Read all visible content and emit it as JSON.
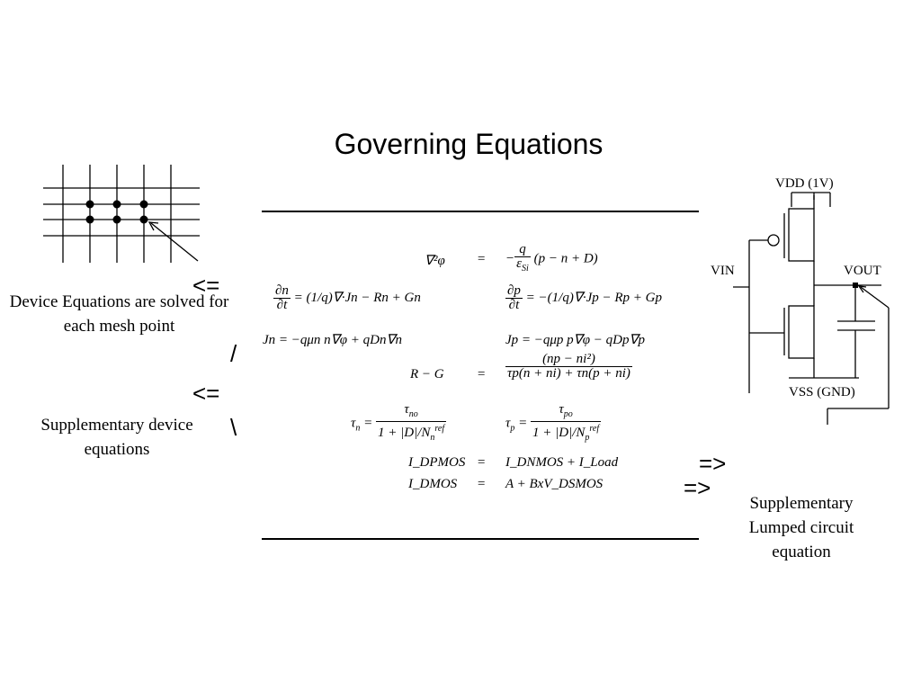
{
  "slide": {
    "title": "Governing Equations",
    "captions": {
      "device": "Device Equations are solved for each mesh point",
      "supplementary_device": "Supplementary device equations",
      "lumped": "Supplementary Lumped circuit equation"
    },
    "arrows": {
      "left_1": "<=",
      "slash": "/",
      "left_2": "<=",
      "backslash": "\\",
      "right_1": "=>",
      "right_2": "=>"
    },
    "circuit": {
      "vdd": "VDD (1V)",
      "vss": "VSS (GND)",
      "vin": "VIN",
      "vout": "VOUT"
    },
    "equations": {
      "poisson_lhs": "∇²φ",
      "eq": "=",
      "poisson_rhs": "(p − n + D)",
      "cont_n": "= (1/q)∇·Jn − Rn + Gn",
      "cont_p": "= −(1/q)∇·Jp − Rp + Gp",
      "jn": "Jn = −qμn n∇φ + qDn∇n",
      "jp": "Jp = −qμp p∇φ − qDp∇p",
      "rg_lhs": "R − G",
      "rg_num": "(np − ni²)",
      "rg_den": "τp(n + ni) + τn(p + ni)",
      "idp_lhs": "I_DPMOS",
      "idp_rhs": "I_DNMOS + I_Load",
      "idm_lhs": "I_DMOS",
      "idm_rhs": "A + BxV_DSMOS"
    }
  }
}
